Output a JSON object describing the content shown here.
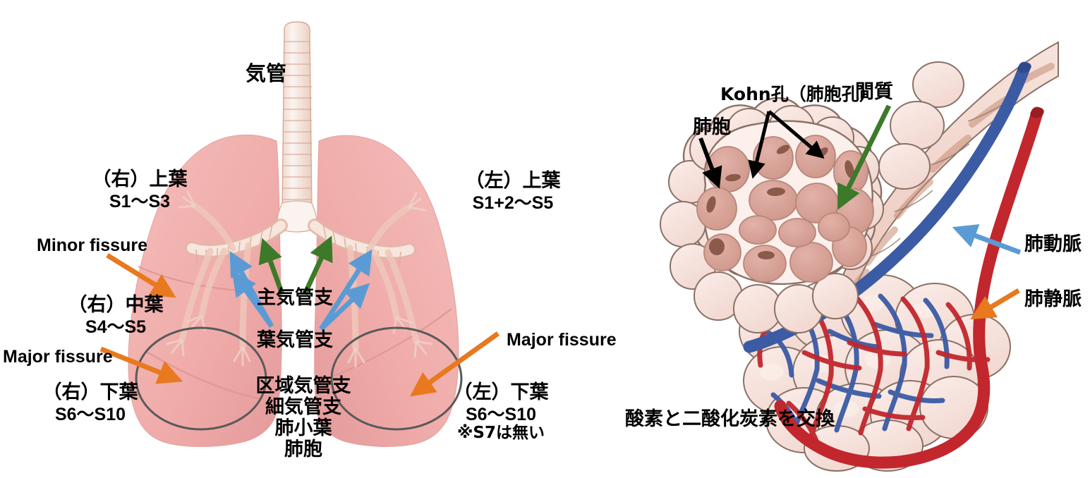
{
  "figure": {
    "title_implicit": "肺の構造と肺胞・血管の模式図",
    "domain": "anatomy-diagram"
  },
  "colors": {
    "orange_arrow": "#E8791E",
    "blue_arrow": "#5B9BD5",
    "green_arrow": "#3C7A2A",
    "black_arrow": "#000000",
    "ellipse_outline": "#595959",
    "lung_pink": "#F0AFAD",
    "lung_pink_dark": "#E39A9A",
    "airway_light": "#F6E9E4",
    "airway_outline": "#D09A86",
    "alveoli_fill": "#F8E3DE",
    "alveoli_inner": "#D9A197",
    "alveoli_outline": "#8A7166",
    "kohn_pore": "#8B5A4A",
    "vein_red": "#C1272D",
    "artery_blue": "#3B5BA5",
    "text_black": "#000000"
  },
  "left_panel": {
    "name": "lung-lobes-and-airways-diagram",
    "labels": {
      "trachea": "気管",
      "right_upper_lobe": "（右）上葉",
      "right_upper_lobe_seg": "S1〜S3",
      "minor_fissure": "Minor fissure",
      "right_middle_lobe": "（右）中葉",
      "right_middle_lobe_seg": "S4〜S5",
      "major_fissure_left_side": "Major fissure",
      "right_lower_lobe": "（右）下葉",
      "right_lower_lobe_seg": "S6〜S10",
      "left_upper_lobe": "（左）上葉",
      "left_upper_lobe_seg": "S1+2〜S5",
      "major_fissure_right_side": "Major fissure",
      "left_lower_lobe": "（左）下葉",
      "left_lower_lobe_seg": "S6〜S10",
      "left_lower_lobe_note": "※S7は無い",
      "main_bronchus": "主気管支",
      "lobar_bronchus": "葉気管支",
      "distal_airways_line1": "区域気管支",
      "distal_airways_line2": "細気管支",
      "distal_airways_line3": "肺小葉",
      "distal_airways_line4": "肺胞"
    }
  },
  "right_panel": {
    "name": "alveolus-and-pulmonary-vessels-diagram",
    "labels": {
      "alveolus": "肺胞",
      "kohn_pore": "Kohn孔（肺胞孔）",
      "interstitium": "間質",
      "pulmonary_artery": "肺動脈",
      "pulmonary_vein": "肺静脈",
      "gas_exchange": "酸素と二酸化炭素を交換"
    }
  }
}
